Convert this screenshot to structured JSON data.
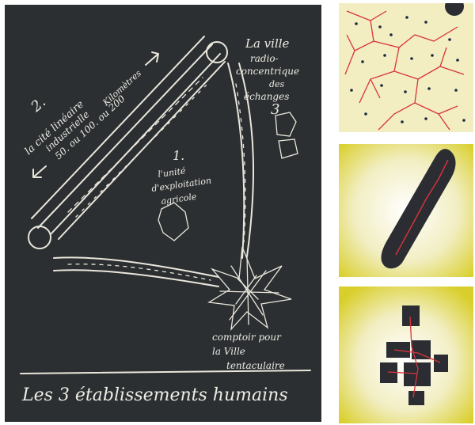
{
  "sketch": {
    "label_ville_radio": [
      "La ville",
      "radio-",
      "concentrique",
      "des",
      "échanges"
    ],
    "label_numero_3": "3",
    "label_numero_2": "2.",
    "label_cite": [
      "la cité linéaire",
      "industrielle",
      "50. ou 100. ou 200",
      "Kilomètres"
    ],
    "label_numero_1": "1.",
    "label_unite": [
      "l'unité",
      "d'exploitation",
      "agricole"
    ],
    "label_comptoir": [
      "comptoir pour",
      "la Ville",
      "tentaculaire"
    ],
    "title": "Les 3 établissements humains"
  },
  "colors": {
    "board": "#2c2f31",
    "chalk": "#e9e6dc",
    "map_light": "#f2eec2",
    "map_yellow": "#e8e052",
    "map_dark": "#2b2d33",
    "road_red": "#d8343c",
    "dot_dark": "#1c2a40"
  }
}
